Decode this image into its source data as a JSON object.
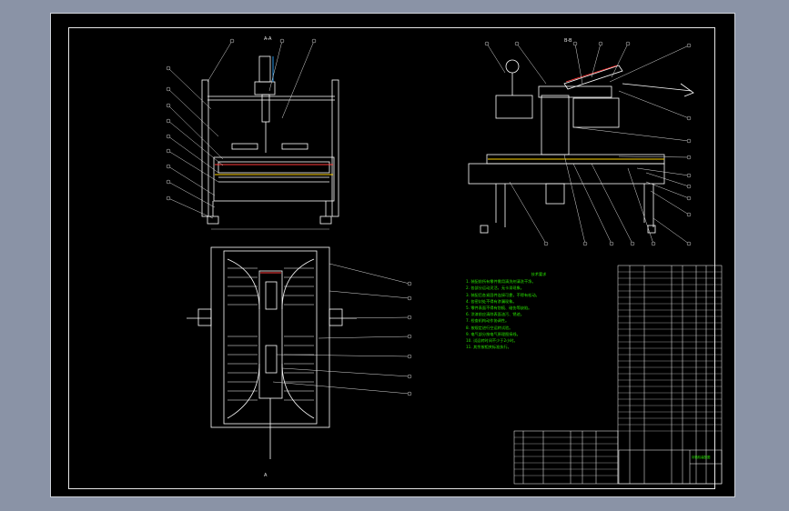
{
  "drawing": {
    "view_labels": {
      "front": "A-A",
      "side": "B-B",
      "top_bottom": "A"
    },
    "notes_title": "技术要求",
    "notes": [
      "1. 装配前所有零件需用清洗剂清洗干净。",
      "2. 各部分运动灵活，无卡滞现象。",
      "3. 装配后各紧固件连接可靠，不得有松动。",
      "4. 各密封处不得有渗漏现象。",
      "5. 零件表面不得有划痕、碰伤等缺陷。",
      "6. 涂漆前应清除表面油污、锈迹。",
      "7. 检查机构动作协调性。",
      "8. 按规定进行空运转试验。",
      "9. 电气部分按电气原理图接线。",
      "10. 试运转时间不少于2小时。",
      "11. 其余按相关标准执行。"
    ],
    "title_block": {
      "name": "封箱机装配图"
    }
  }
}
